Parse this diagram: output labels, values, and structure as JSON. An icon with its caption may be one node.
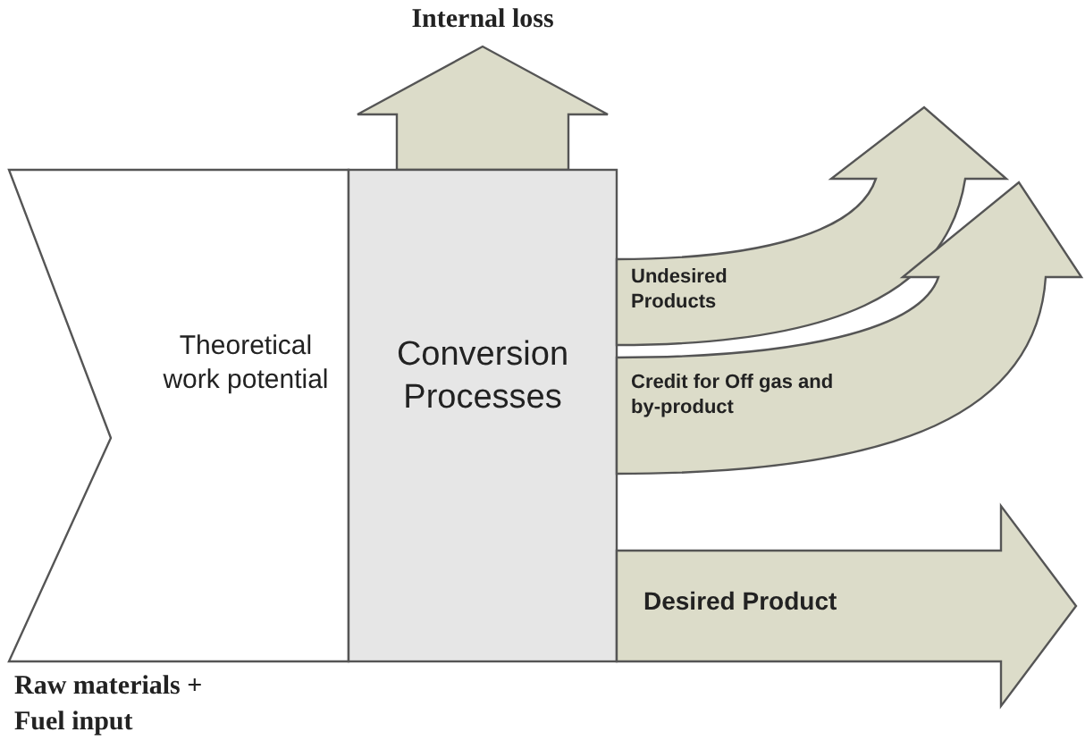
{
  "diagram": {
    "nodes": [
      {
        "text": [
          "Theoretical work potential"
        ],
        "beside": [
          "Raw materials + Fuel input"
        ]
      },
      {
        "text": [
          "Conversion Processes"
        ]
      },
      {
        "text": [
          "Internal loss"
        ]
      },
      {
        "text": [
          "Undesired Products"
        ]
      },
      {
        "text": [
          "Credit for Off gas and by-product"
        ]
      },
      {
        "text": [
          "Desired Product"
        ]
      }
    ],
    "edges": [
      {
        "from": 1,
        "to": 2,
        "arrow": "to",
        "style": "thick"
      }
    ]
  }
}
